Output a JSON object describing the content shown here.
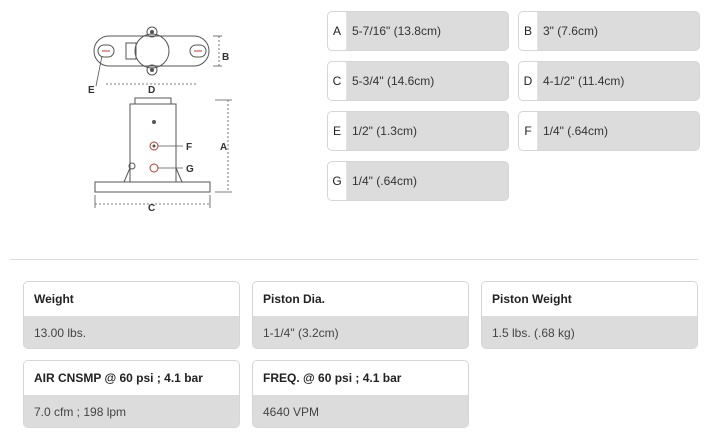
{
  "diagram": {
    "labels": {
      "a": "A",
      "b": "B",
      "c": "C",
      "d": "D",
      "e": "E",
      "f": "F",
      "g": "G"
    }
  },
  "dimensions": [
    {
      "key": "A",
      "value": "5-7/16\" (13.8cm)"
    },
    {
      "key": "B",
      "value": "3\" (7.6cm)"
    },
    {
      "key": "C",
      "value": "5-3/4\" (14.6cm)"
    },
    {
      "key": "D",
      "value": "4-1/2\" (11.4cm)"
    },
    {
      "key": "E",
      "value": "1/2\" (1.3cm)"
    },
    {
      "key": "F",
      "value": "1/4\" (.64cm)"
    },
    {
      "key": "G",
      "value": "1/4\" (.64cm)"
    }
  ],
  "specs": [
    {
      "label": "Weight",
      "value": "13.00 lbs."
    },
    {
      "label": "Piston Dia.",
      "value": "1-1/4\" (3.2cm)"
    },
    {
      "label": "Piston Weight",
      "value": "1.5 lbs. (.68 kg)"
    },
    {
      "label": "AIR CNSMP @ 60 psi ; 4.1 bar",
      "value": "7.0 cfm ; 198 lpm"
    },
    {
      "label": "FREQ. @ 60 psi ; 4.1 bar",
      "value": "4640 VPM"
    }
  ]
}
